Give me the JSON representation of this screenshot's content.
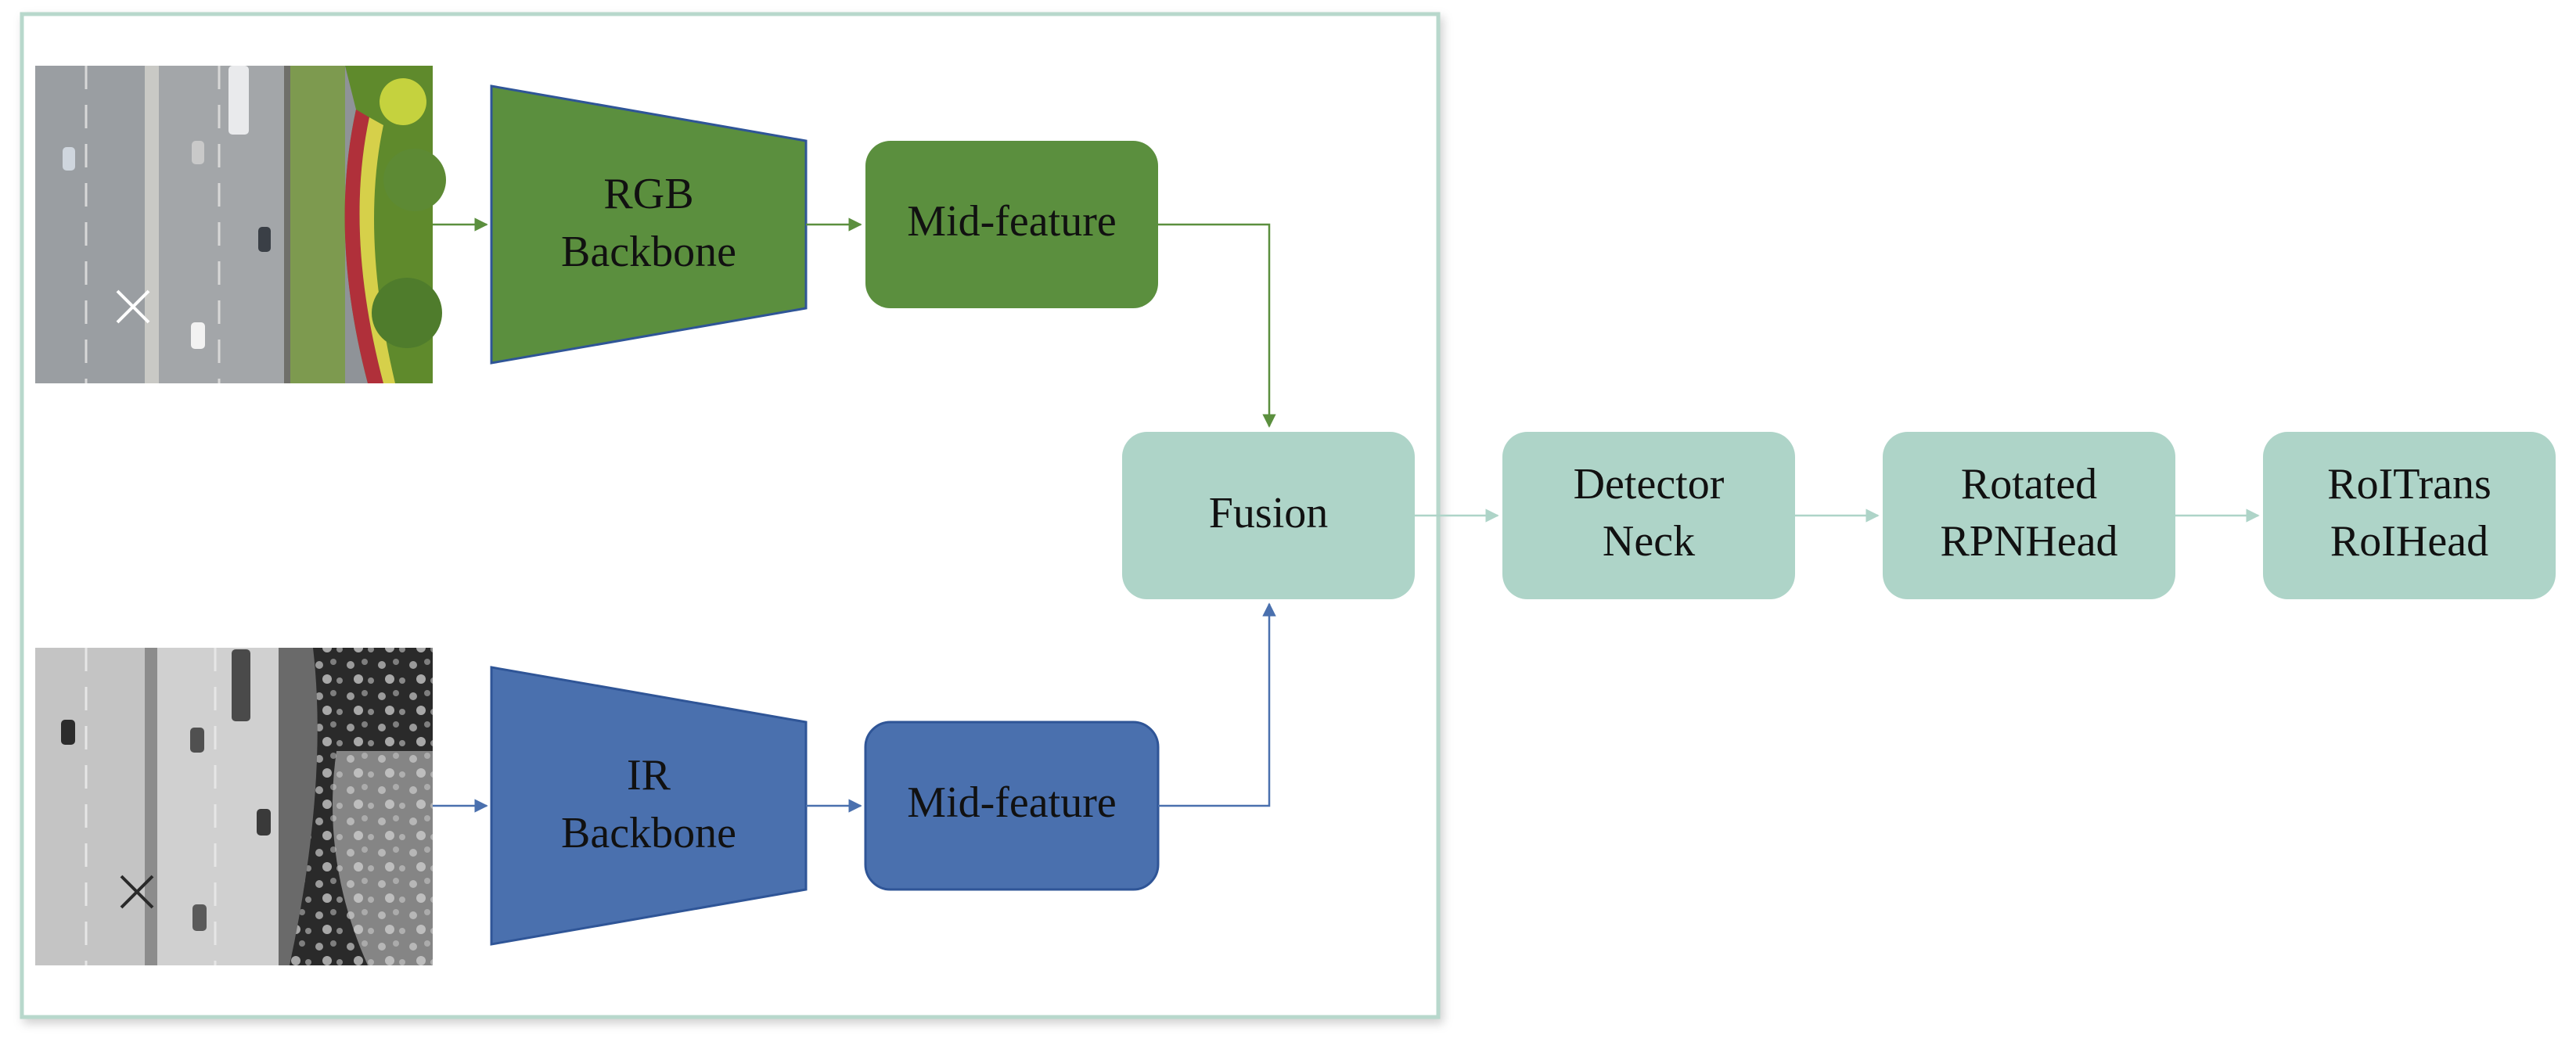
{
  "colors": {
    "rgb_green": "#5b8f3e",
    "ir_blue": "#4a70ae",
    "teal_box": "#aed4c8",
    "frame_border": "#b8d8cc",
    "text": "#111111"
  },
  "images": {
    "rgb_image": "aerial-rgb-road-photo",
    "ir_image": "aerial-infrared-road-photo"
  },
  "rgb_branch": {
    "backbone_line1": "RGB",
    "backbone_line2": "Backbone",
    "mid_feature": "Mid-feature"
  },
  "ir_branch": {
    "backbone_line1": "IR",
    "backbone_line2": "Backbone",
    "mid_feature": "Mid-feature"
  },
  "fusion": {
    "label": "Fusion"
  },
  "detector_neck": {
    "line1": "Detector",
    "line2": "Neck"
  },
  "rpn_head": {
    "line1": "Rotated",
    "line2": "RPNHead"
  },
  "roi_head": {
    "line1": "RoITrans",
    "line2": "RoIHead"
  }
}
